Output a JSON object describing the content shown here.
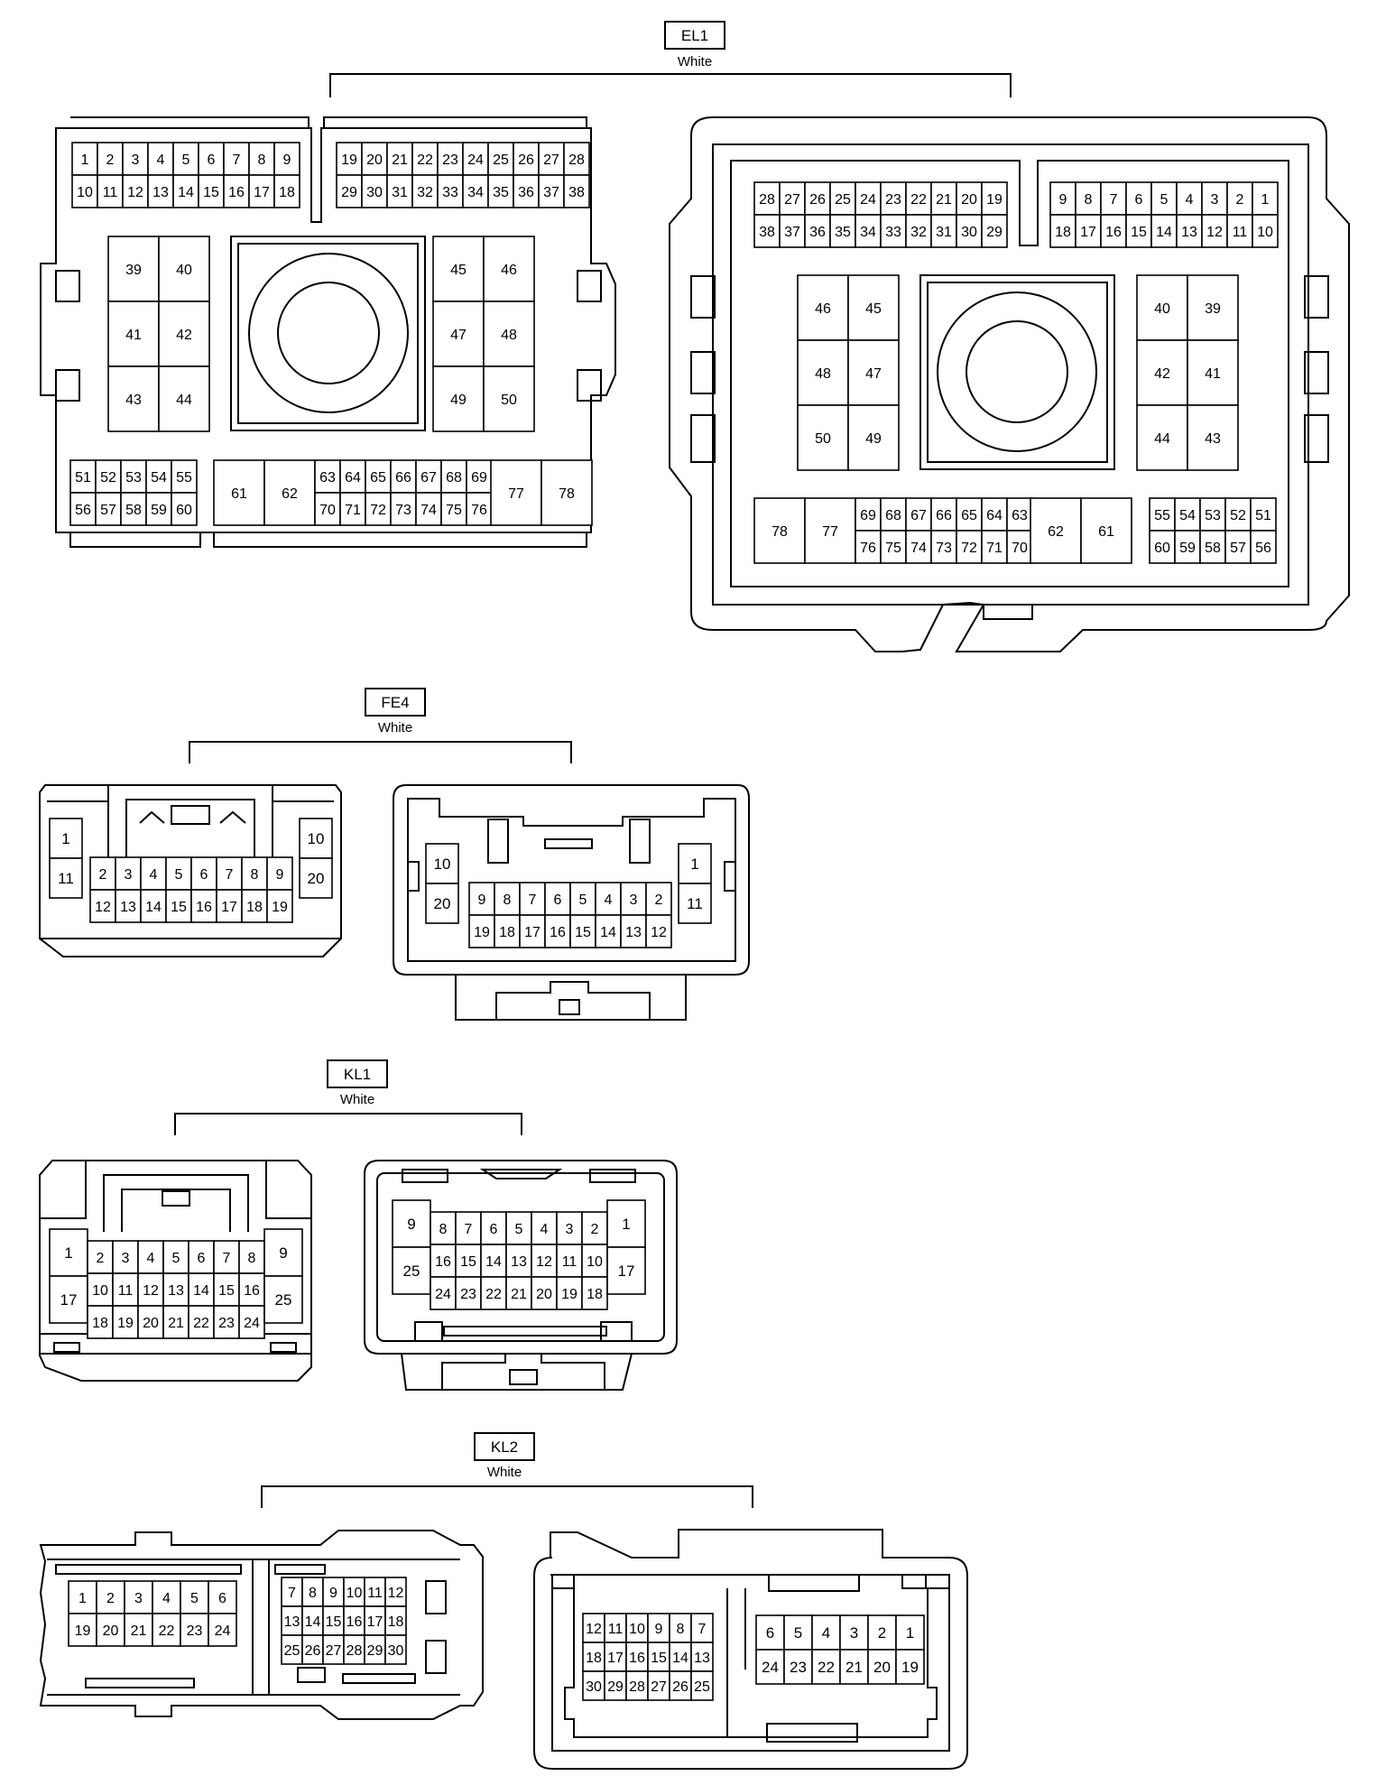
{
  "connectors": [
    {
      "id": "EL1",
      "label": "EL1",
      "color_label": "White",
      "views": [
        {
          "rows": [
            [
              "1",
              "2",
              "3",
              "4",
              "5",
              "6",
              "7",
              "8",
              "9"
            ],
            [
              "10",
              "11",
              "12",
              "13",
              "14",
              "15",
              "16",
              "17",
              "18"
            ],
            [
              "19",
              "20",
              "21",
              "22",
              "23",
              "24",
              "25",
              "26",
              "27",
              "28"
            ],
            [
              "29",
              "30",
              "31",
              "32",
              "33",
              "34",
              "35",
              "36",
              "37",
              "38"
            ],
            [
              "39",
              "40",
              "41",
              "42",
              "43",
              "44"
            ],
            [
              "45",
              "46",
              "47",
              "48",
              "49",
              "50"
            ],
            [
              "51",
              "52",
              "53",
              "54",
              "55"
            ],
            [
              "56",
              "57",
              "58",
              "59",
              "60"
            ],
            [
              "61",
              "62"
            ],
            [
              "63",
              "64",
              "65",
              "66",
              "67",
              "68",
              "69"
            ],
            [
              "70",
              "71",
              "72",
              "73",
              "74",
              "75",
              "76"
            ],
            [
              "77",
              "78"
            ]
          ]
        },
        {
          "rows": [
            [
              "28",
              "27",
              "26",
              "25",
              "24",
              "23",
              "22",
              "21",
              "20",
              "19"
            ],
            [
              "38",
              "37",
              "36",
              "35",
              "34",
              "33",
              "32",
              "31",
              "30",
              "29"
            ],
            [
              "9",
              "8",
              "7",
              "6",
              "5",
              "4",
              "3",
              "2",
              "1"
            ],
            [
              "18",
              "17",
              "16",
              "15",
              "14",
              "13",
              "12",
              "11",
              "10"
            ],
            [
              "46",
              "45",
              "48",
              "47",
              "50",
              "49"
            ],
            [
              "40",
              "39",
              "42",
              "41",
              "44",
              "43"
            ],
            [
              "78",
              "77"
            ],
            [
              "69",
              "68",
              "67",
              "66",
              "65",
              "64",
              "63"
            ],
            [
              "76",
              "75",
              "74",
              "73",
              "72",
              "71",
              "70"
            ],
            [
              "62",
              "61"
            ],
            [
              "55",
              "54",
              "53",
              "52",
              "51"
            ],
            [
              "60",
              "59",
              "58",
              "57",
              "56"
            ]
          ]
        }
      ]
    },
    {
      "id": "FE4",
      "label": "FE4",
      "color_label": "White",
      "views": [
        {
          "rows": [
            [
              "1",
              "11"
            ],
            [
              "2",
              "3",
              "4",
              "5",
              "6",
              "7",
              "8",
              "9"
            ],
            [
              "12",
              "13",
              "14",
              "15",
              "16",
              "17",
              "18",
              "19"
            ],
            [
              "10",
              "20"
            ]
          ]
        },
        {
          "rows": [
            [
              "10",
              "20"
            ],
            [
              "9",
              "8",
              "7",
              "6",
              "5",
              "4",
              "3",
              "2"
            ],
            [
              "19",
              "18",
              "17",
              "16",
              "15",
              "14",
              "13",
              "12"
            ],
            [
              "1",
              "11"
            ]
          ]
        }
      ]
    },
    {
      "id": "KL1",
      "label": "KL1",
      "color_label": "White",
      "views": [
        {
          "rows": [
            [
              "1",
              "17"
            ],
            [
              "2",
              "3",
              "4",
              "5",
              "6",
              "7",
              "8"
            ],
            [
              "10",
              "11",
              "12",
              "13",
              "14",
              "15",
              "16"
            ],
            [
              "18",
              "19",
              "20",
              "21",
              "22",
              "23",
              "24"
            ],
            [
              "9",
              "25"
            ]
          ]
        },
        {
          "rows": [
            [
              "9",
              "25"
            ],
            [
              "8",
              "7",
              "6",
              "5",
              "4",
              "3",
              "2"
            ],
            [
              "16",
              "15",
              "14",
              "13",
              "12",
              "11",
              "10"
            ],
            [
              "24",
              "23",
              "22",
              "21",
              "20",
              "19",
              "18"
            ],
            [
              "1",
              "17"
            ]
          ]
        }
      ]
    },
    {
      "id": "KL2",
      "label": "KL2",
      "color_label": "White",
      "views": [
        {
          "rows": [
            [
              "1",
              "2",
              "3",
              "4",
              "5",
              "6"
            ],
            [
              "19",
              "20",
              "21",
              "22",
              "23",
              "24"
            ],
            [
              "7",
              "8",
              "9",
              "10",
              "11",
              "12"
            ],
            [
              "13",
              "14",
              "15",
              "16",
              "17",
              "18"
            ],
            [
              "25",
              "26",
              "27",
              "28",
              "29",
              "30"
            ]
          ]
        },
        {
          "rows": [
            [
              "12",
              "11",
              "10",
              "9",
              "8",
              "7"
            ],
            [
              "18",
              "17",
              "16",
              "15",
              "14",
              "13"
            ],
            [
              "30",
              "29",
              "28",
              "27",
              "26",
              "25"
            ],
            [
              "6",
              "5",
              "4",
              "3",
              "2",
              "1"
            ],
            [
              "24",
              "23",
              "22",
              "21",
              "20",
              "19"
            ]
          ]
        }
      ]
    }
  ]
}
